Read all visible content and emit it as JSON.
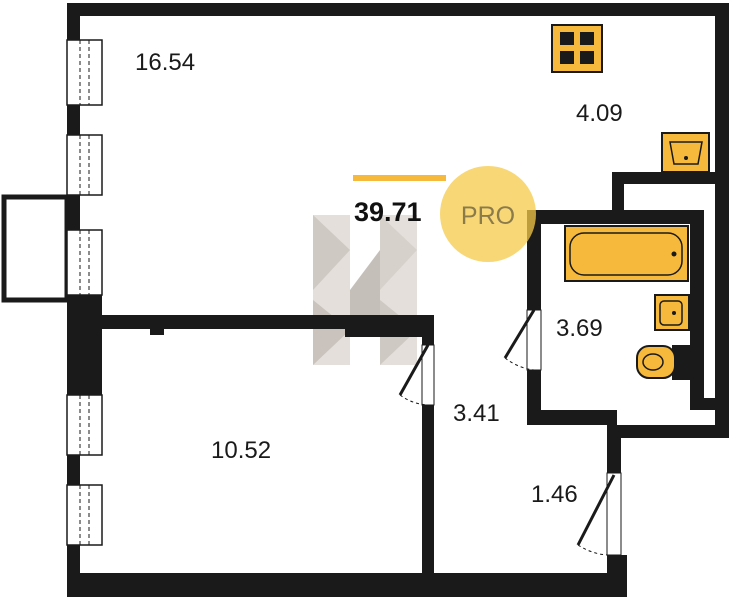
{
  "floorplan": {
    "total_area": "39.71",
    "total_area_accent": "#f6b93b",
    "badge": {
      "label": "PRO",
      "color": "#f6c94a"
    },
    "watermark": {
      "letter": "H",
      "color": "#b9aea3"
    },
    "fixture_color": "#f6b93b",
    "wall_color": "#1a1a1a",
    "rooms": [
      {
        "id": "living",
        "area": "16.54"
      },
      {
        "id": "kitchen",
        "area": "4.09"
      },
      {
        "id": "bathroom",
        "area": "3.69"
      },
      {
        "id": "bedroom",
        "area": "10.52"
      },
      {
        "id": "hallway",
        "area": "3.41"
      },
      {
        "id": "entry",
        "area": "1.46"
      }
    ]
  }
}
